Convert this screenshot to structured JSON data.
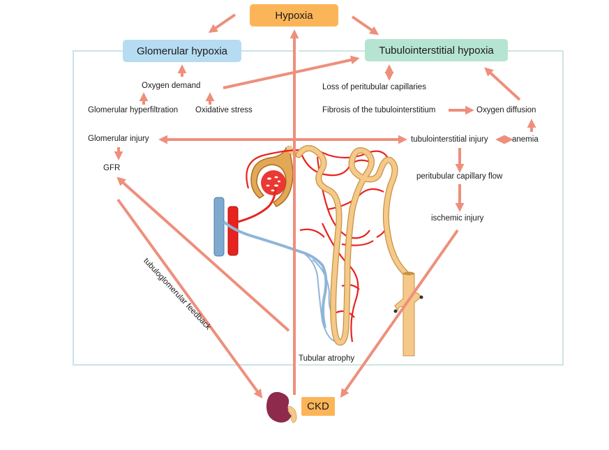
{
  "title_box": {
    "label": "Hypoxia"
  },
  "glomerular_box": {
    "label": "Glomerular hypoxia"
  },
  "tubulo_box": {
    "label": "Tubulointerstitial hypoxia"
  },
  "ckd_box": {
    "label": "CKD"
  },
  "left_panel": {
    "oxygen_demand": "Oxygen demand",
    "hyperfiltration": "Glomerular hyperfiltration",
    "oxidative_stress": "Oxidative stress",
    "glomerular_injury": "Glomerular injury",
    "gfr": "GFR",
    "feedback": "tubuloglomerular feedback"
  },
  "right_panel": {
    "loss_capillaries": "Loss of peritubular capillaries",
    "fibrosis": "Fibrosis of the tubulointerstitium",
    "oxygen_diffusion": "Oxygen diffusion",
    "tubulo_injury": "tubulointerstitial injury",
    "anemia": "anemia",
    "capillary_flow": "peritubular capillary flow",
    "ischemic_injury": "ischemic injury"
  },
  "center": {
    "tubular_atrophy": "Tubular atrophy"
  },
  "colors": {
    "arrow": "#ee8f7c",
    "hypoxia_box": "#fbb558",
    "glomerular_box": "#b6dcf2",
    "tubulo_box": "#b6e4d2",
    "artery": "#e8231f",
    "vein": "#7fa9cf",
    "tubule": "#f4c98a",
    "kidney": "#8e2a4c"
  }
}
